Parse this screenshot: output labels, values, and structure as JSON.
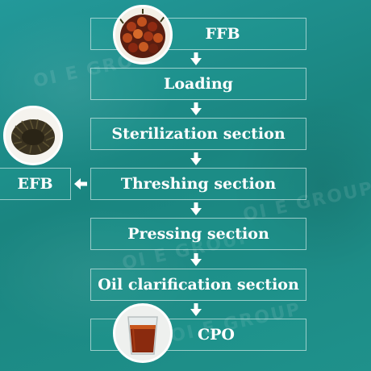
{
  "watermark": "OI E GROUP",
  "steps": [
    {
      "label": "FFB"
    },
    {
      "label": "Loading"
    },
    {
      "label": "Sterilization section"
    },
    {
      "label": "Threshing section"
    },
    {
      "label": "Pressing section"
    },
    {
      "label": "Oil clarification section"
    },
    {
      "label": "CPO"
    }
  ],
  "side_output": {
    "label": "EFB"
  },
  "icons": {
    "down_arrow": "down-arrow-icon",
    "left_arrow": "left-arrow-icon",
    "ffb_photo": "palm-fruit-bunch-photo",
    "efb_photo": "empty-fruit-bunch-photo",
    "cpo_photo": "crude-palm-oil-glass-photo"
  },
  "colors": {
    "background": "#1d8f88",
    "text": "#ffffff",
    "border": "#ffffff"
  }
}
